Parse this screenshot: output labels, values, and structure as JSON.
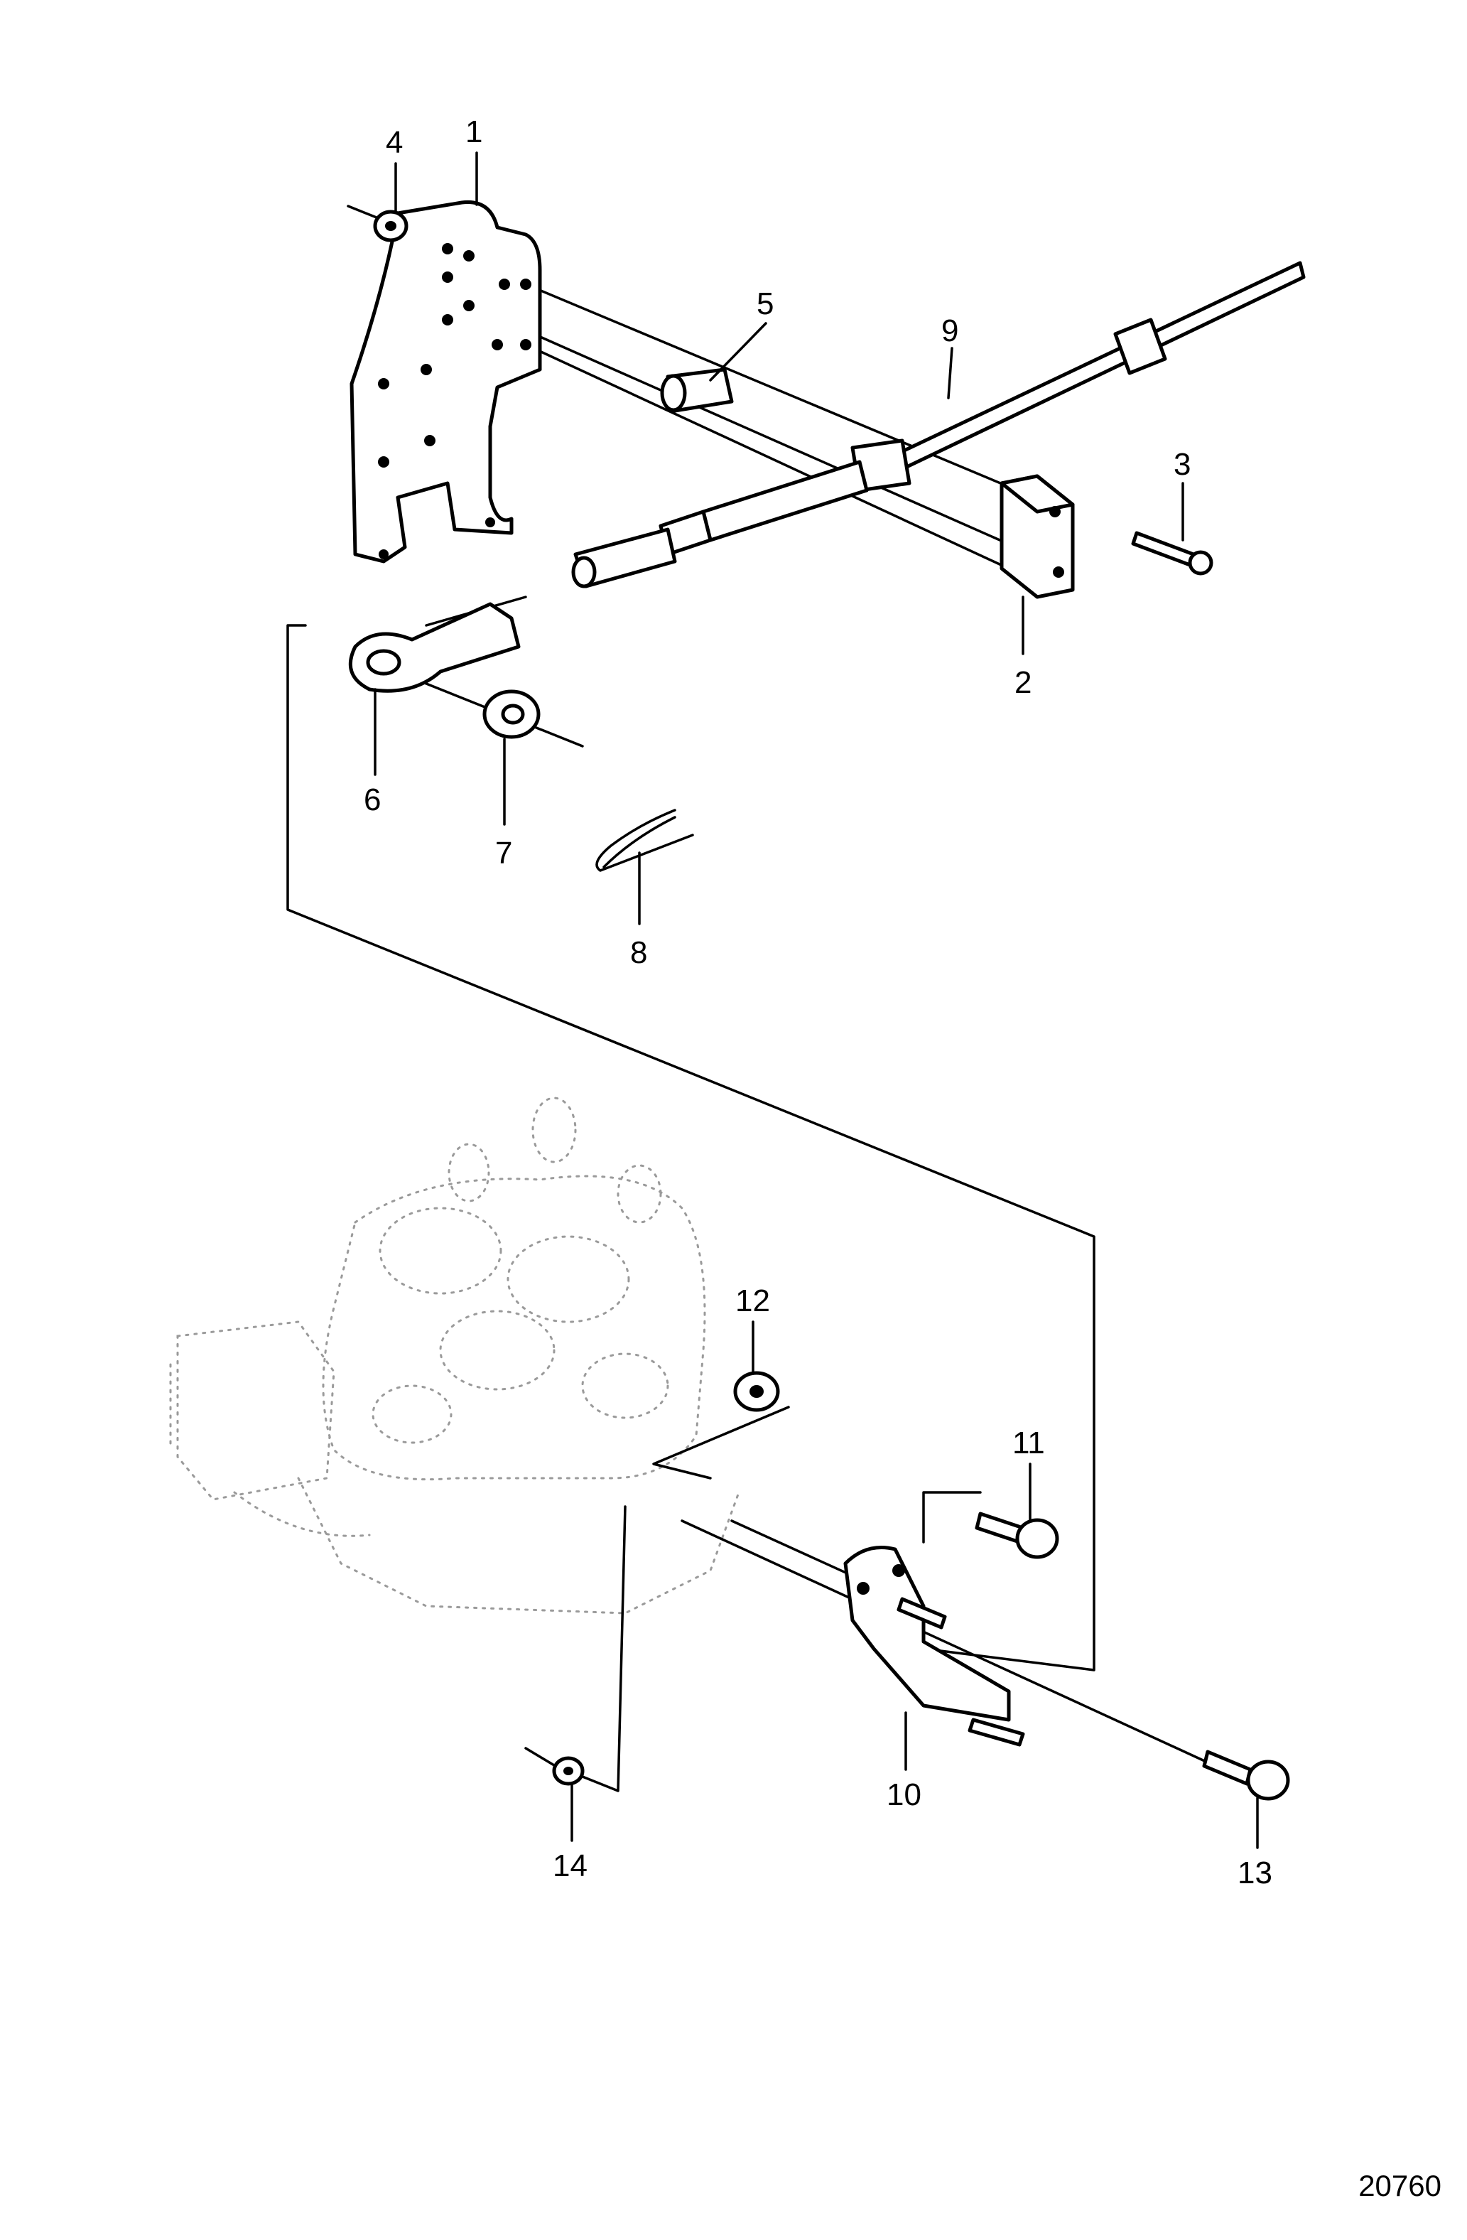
{
  "figure_number": "20760",
  "callouts": {
    "c1": "1",
    "c2": "2",
    "c3": "3",
    "c4": "4",
    "c5": "5",
    "c6": "6",
    "c7": "7",
    "c8": "8",
    "c9": "9",
    "c10": "10",
    "c11": "11",
    "c12": "12",
    "c13": "13",
    "c14": "14"
  }
}
